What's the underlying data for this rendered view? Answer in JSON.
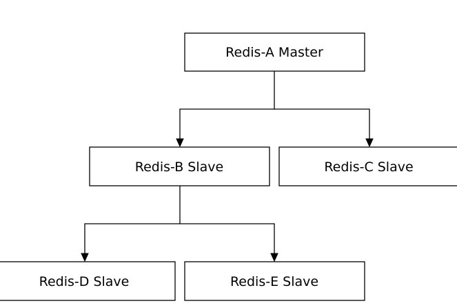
{
  "diagram": {
    "nodes": [
      {
        "id": "a",
        "label": "Redis-A Master"
      },
      {
        "id": "b",
        "label": "Redis-B Slave"
      },
      {
        "id": "c",
        "label": "Redis-C Slave"
      },
      {
        "id": "d",
        "label": "Redis-D Slave"
      },
      {
        "id": "e",
        "label": "Redis-E Slave"
      }
    ],
    "edges": [
      {
        "from": "a",
        "to": "b"
      },
      {
        "from": "a",
        "to": "c"
      },
      {
        "from": "b",
        "to": "d"
      },
      {
        "from": "b",
        "to": "e"
      }
    ]
  }
}
